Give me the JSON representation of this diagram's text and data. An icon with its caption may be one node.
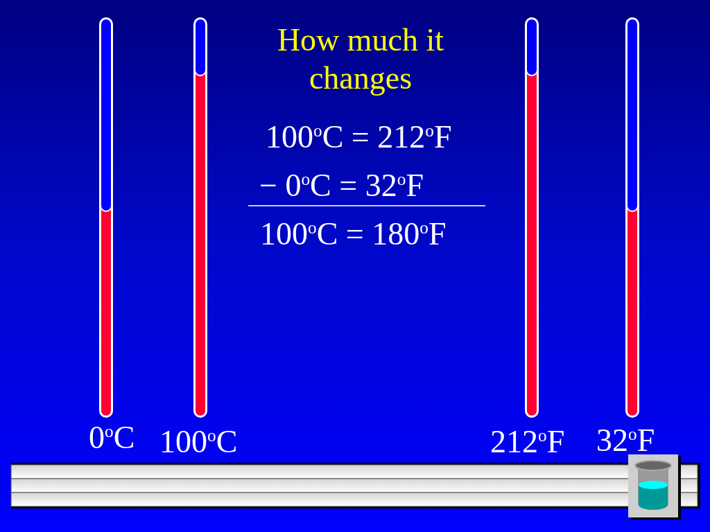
{
  "diagram": {
    "title": "How much it changes",
    "labels": [
      "100$^{o}$C = 212$^{o}$F",
      "− 0$^{o}$C = 32$^{o}$F",
      "100$^{o}$C = 180$^{o}$F",
      "0$^{o}$C",
      "100$^{o}$C",
      "212$^{o}$F",
      "32$^{o}$F"
    ]
  }
}
